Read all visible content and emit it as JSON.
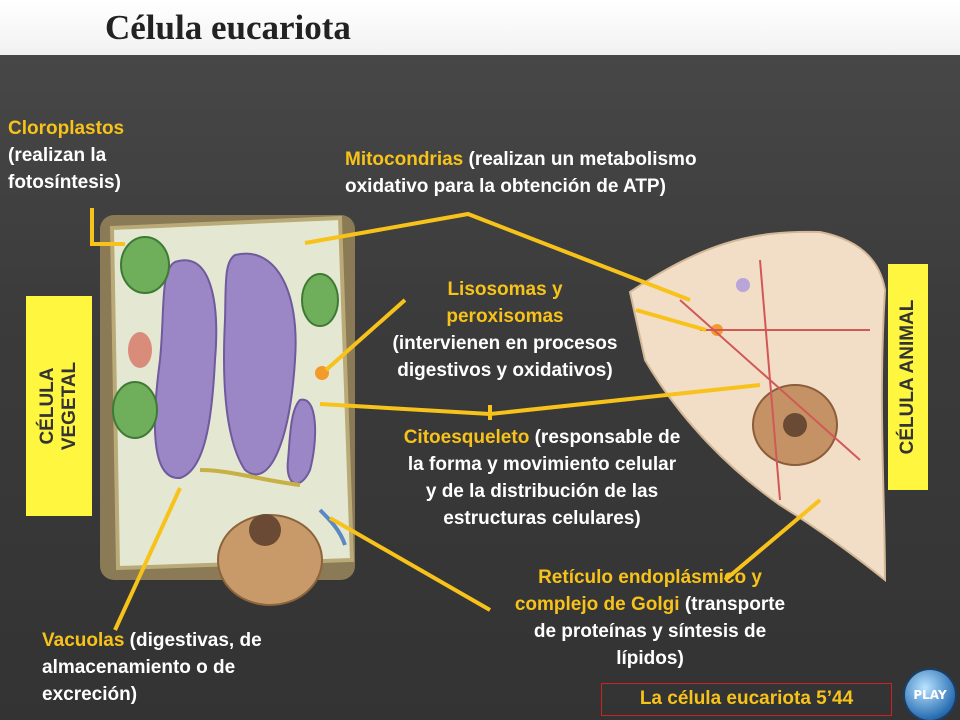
{
  "title": "Célula eucariota",
  "labels": {
    "cloroplastos": {
      "name": "Cloroplastos",
      "desc_1": "(realizan la",
      "desc_2": "fotosíntesis)"
    },
    "mitocondrias": {
      "name": "Mitocondrias",
      "desc_1": " (realizan un metabolismo",
      "desc_2": "oxidativo para la obtención de ATP)"
    },
    "lisosomas": {
      "line_1": "Lisosomas y",
      "line_2": "peroxisomas",
      "line_3": "(intervienen en procesos",
      "line_4": "digestivos y oxidativos)"
    },
    "citoesqueleto": {
      "name": "Citoesqueleto",
      "desc_1": " (responsable de",
      "desc_2": "la forma y movimiento celular",
      "desc_3": "y de la distribución de las",
      "desc_4": "estructuras celulares)"
    },
    "reticulo": {
      "name_1": "Retículo endoplásmico y",
      "name_2": "complejo de Golgi",
      "desc_1": " (transporte",
      "desc_2": "de proteínas y síntesis de",
      "desc_3": "lípidos)"
    },
    "vacuolas": {
      "name": "Vacuolas",
      "desc_1": " (digestivas, de",
      "desc_2": "almacenamiento o de",
      "desc_3": "excreción)"
    }
  },
  "side_labels": {
    "vegetal_1": "CÉLULA",
    "vegetal_2": "VEGETAL",
    "animal": "CÉLULA ANIMAL"
  },
  "footer": {
    "link_text": "La célula eucariota 5’44",
    "play_label": "PLAY"
  },
  "colors": {
    "accent": "#f7c21a",
    "side_bg": "#fff640",
    "background": "#3a3a3a",
    "border": "#cc2222"
  }
}
